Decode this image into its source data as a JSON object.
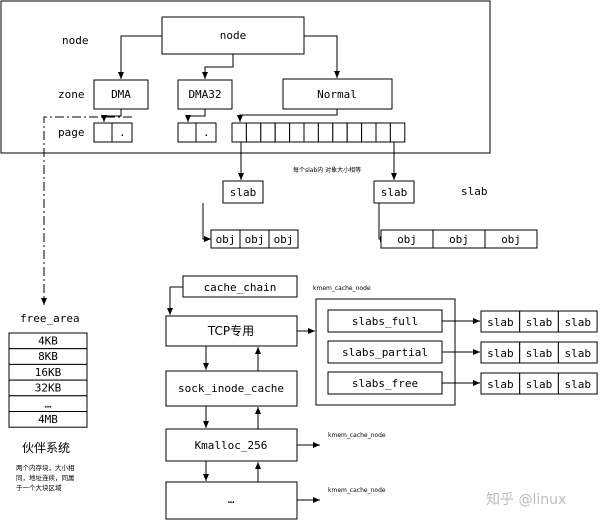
{
  "labels": {
    "node_row": "node",
    "zone_row": "zone",
    "page_row": "page",
    "slab_right": "slab",
    "slab_note": "每个slab内 对象大小相等",
    "free_area": "free_area",
    "buddy_title": "伙伴系统",
    "buddy_note_1": "两个内存块，大小相",
    "buddy_note_2": "同，地址连续，同属",
    "buddy_note_3": "于一个大块区域",
    "kmem_1": "kmem_cache_node",
    "kmem_2": "kmem_cache_node",
    "kmem_3": "kmem_cache_node",
    "watermark": "知乎 @linux"
  },
  "boxes": {
    "node": "node",
    "dma": "DMA",
    "dma32": "DMA32",
    "normal": "Normal",
    "page_dot_1": ".",
    "page_dot_2": ".",
    "slab_left": "slab",
    "slab_mid": "slab",
    "cache_chain": "cache_chain",
    "tcp": "TCP专用",
    "sock_inode_cache": "sock_inode_cache",
    "kmalloc_256": "Kmalloc_256",
    "ellipsis": "…",
    "slabs_full": "slabs_full",
    "slabs_partial": "slabs_partial",
    "slabs_free": "slabs_free"
  },
  "obj_left": [
    "obj",
    "obj",
    "obj"
  ],
  "obj_right": [
    "obj",
    "obj",
    "obj"
  ],
  "free_sizes": [
    "4KB",
    "8KB",
    "16KB",
    "32KB",
    "…",
    "4MB"
  ],
  "slab_full_cells": [
    "slab",
    "slab",
    "slab"
  ],
  "slab_partial_cells": [
    "slab",
    "slab",
    "slab"
  ],
  "slab_free_cells": [
    "slab",
    "slab",
    "slab"
  ]
}
